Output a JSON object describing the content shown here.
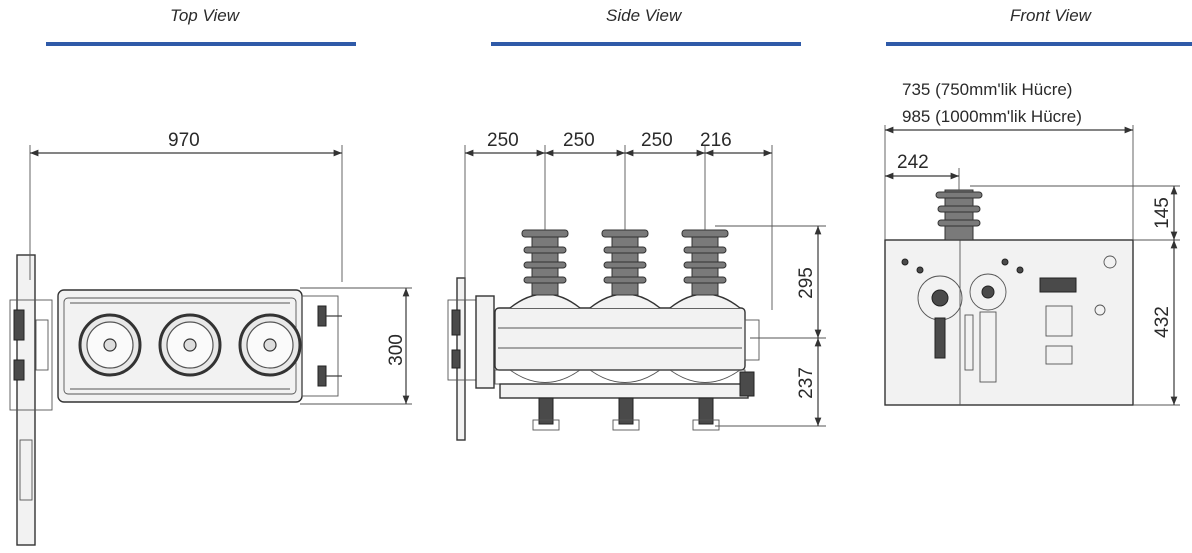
{
  "views": {
    "top": {
      "title": "Top View"
    },
    "side": {
      "title": "Side View"
    },
    "front": {
      "title": "Front View"
    }
  },
  "dimensions": {
    "top": {
      "width": "970",
      "depth": "300"
    },
    "side": {
      "d1": "250",
      "d2": "250",
      "d3": "250",
      "d4": "216",
      "upper_height": "295",
      "lower_height": "237"
    },
    "front": {
      "note_750": "735 (750mm'lik Hücre)",
      "note_1000": "985 (1000mm'lik Hücre)",
      "offset": "242",
      "bushing_height": "145",
      "body_height": "432"
    }
  },
  "colors": {
    "title_rule": "#2f5aa8",
    "line": "#3a3a3a"
  }
}
